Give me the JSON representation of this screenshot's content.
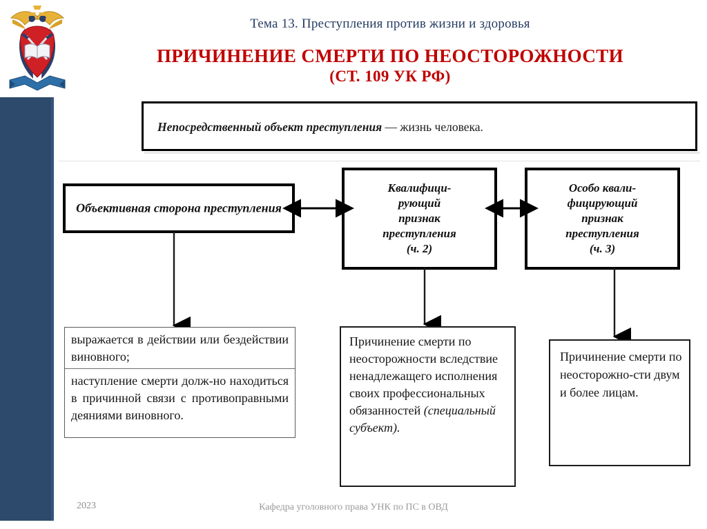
{
  "slide": {
    "topic": "Тема 13. Преступления против жизни и здоровья",
    "title_line1": "ПРИЧИНЕНИЕ СМЕРТИ ПО НЕОСТОРОЖНОСТИ",
    "title_line2": "(СТ. 109 УК РФ)",
    "title_color": "#c00000",
    "topic_color": "#253c63",
    "sidebar_color": "#2d4a6d"
  },
  "emblem": {
    "name": "mvd-university-emblem",
    "description": "Герб: двуглавый золотой орёл над красным щитом с книгой и мечами, синяя лента"
  },
  "object_banner": {
    "term": "Непосредственный объект преступления",
    "dash": " — ",
    "definition": "жизнь человека."
  },
  "boxes": {
    "objective": "Объективная сторона преступления",
    "qualifying": "Квалифици-\nрующий\nпризнак\nпреступления\n(ч. 2)",
    "special_qualifying": "Особо квали-\nфицирующий\nпризнак\nпреступления\n(ч. 3)",
    "action_cell1": "выражается в действии или бездействии виновного;",
    "action_cell2": "наступление смерти долж-но находиться в причинной связи с противоправными деяниями виновного.",
    "professional_main": "Причинение смер­ти по неосторож­ности вследствие ненадлежащего исполнения своих профессиональных обязанностей ",
    "professional_italic": "(специальный субъект).",
    "two_or_more": "Причинение смерти по неосторожно-сти двум и более лицам."
  },
  "connectors": {
    "objective_to_qualifying": "double-arrow-horizontal",
    "qualifying_to_special": "double-arrow-horizontal",
    "objective_down": "arrow-down",
    "qualifying_down": "arrow-down",
    "special_down": "arrow-down"
  },
  "footer": {
    "year": "2023",
    "department": "Кафедра уголовного права УНК по ПС в ОВД"
  }
}
